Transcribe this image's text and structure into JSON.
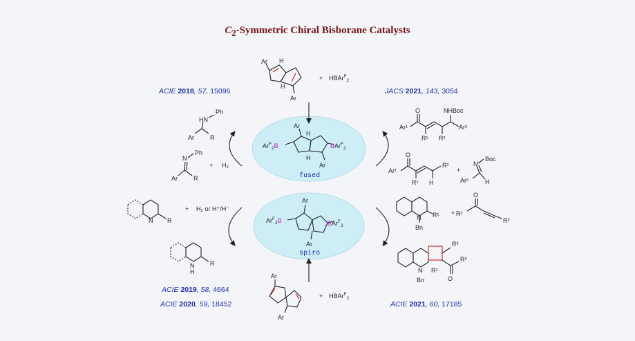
{
  "title": {
    "prefix": "C",
    "sub": "2",
    "rest": "-Symmetric Chiral Bisborane Catalysts"
  },
  "colors": {
    "title": "#7a1414",
    "refs": "#1a2fb0",
    "boron": "#d21ad2",
    "ellipse": "#cdeef6",
    "bond_highlight": "#d21a1a"
  },
  "catalysts": {
    "fused_label": "fused",
    "spiro_label": "spiro"
  },
  "references": [
    {
      "journal": "ACIE",
      "year": "2018",
      "volume": "57",
      "pages": "15096"
    },
    {
      "journal": "JACS",
      "year": "2021",
      "volume": "143",
      "pages": "3054"
    },
    {
      "journal": "ACIE",
      "year": "2019",
      "volume": "58",
      "pages": "4664"
    },
    {
      "journal": "ACIE",
      "year": "2020",
      "volume": "59",
      "pages": "18452"
    },
    {
      "journal": "ACIE",
      "year": "2021",
      "volume": "60",
      "pages": "17185"
    }
  ],
  "reagents": {
    "hydroborane": "HBArᶠ₂",
    "h2": "H₂",
    "h2_or_hh": "H₂ or H⁺/H⁻",
    "plus": "+"
  },
  "atoms": {
    "ar": "Ar",
    "ar1": "Ar¹",
    "ar2": "Ar²",
    "r": "R",
    "r1": "R¹",
    "r2": "R²",
    "r3": "R³",
    "ph": "Ph",
    "hn": "HN",
    "n": "N",
    "nh": "NH",
    "h": "H",
    "o": "O",
    "bn": "Bn",
    "nhboc": "NHBoc",
    "boc": "Boc",
    "b": "B",
    "arf2_pre": "Ar",
    "f2": "F₂"
  }
}
